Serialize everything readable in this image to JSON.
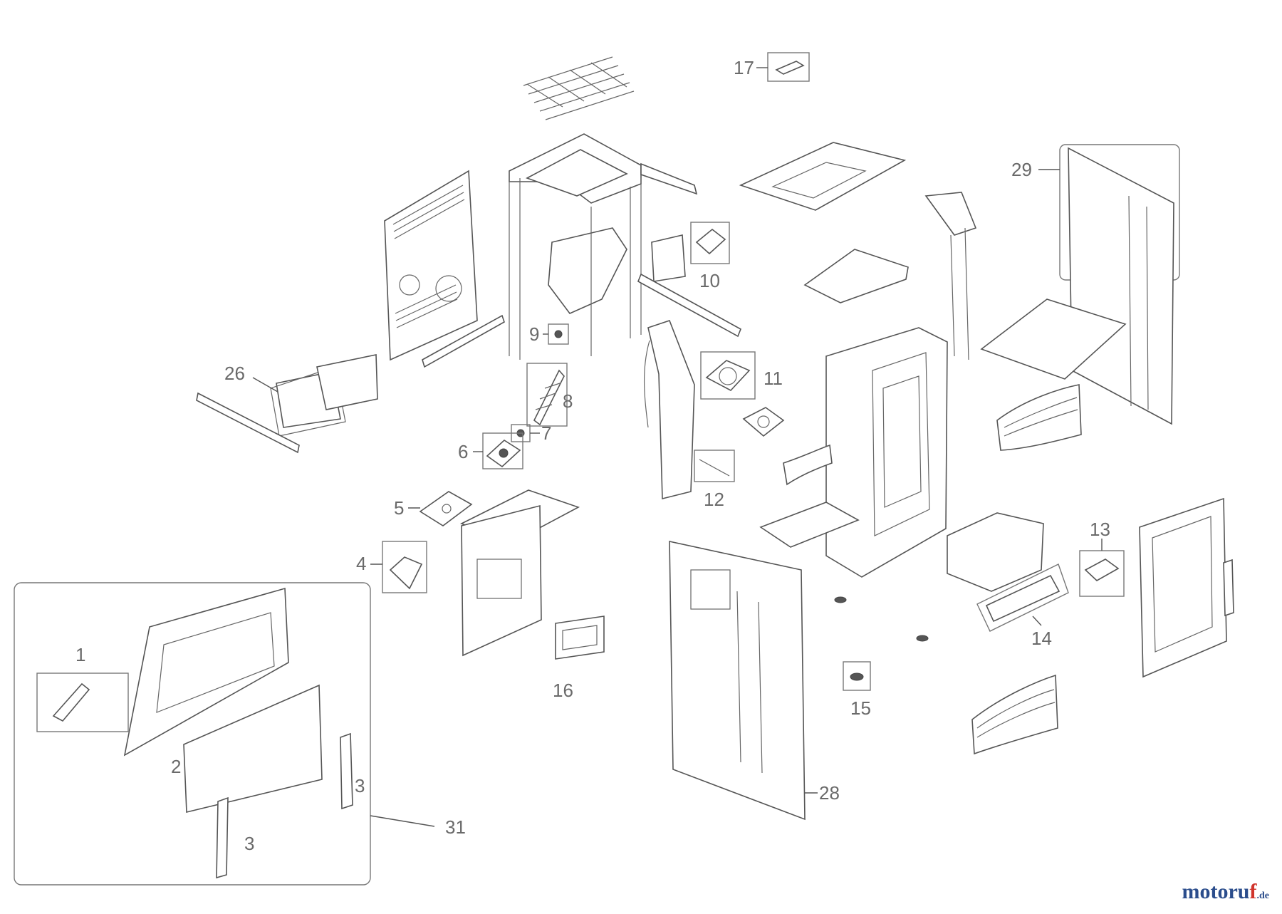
{
  "callouts": {
    "c1": "1",
    "c2": "2",
    "c3a": "3",
    "c3b": "3",
    "c4": "4",
    "c5": "5",
    "c6": "6",
    "c7": "7",
    "c8": "8",
    "c9": "9",
    "c10": "10",
    "c11": "11",
    "c12": "12",
    "c13": "13",
    "c14": "14",
    "c15": "15",
    "c16": "16",
    "c17": "17",
    "c26": "26",
    "c28": "28",
    "c29": "29",
    "c31": "31"
  },
  "brand": {
    "main": "motoru",
    "accent": "f",
    "tld": ".de"
  },
  "colors": {
    "line": "#555555",
    "label": "#6a6a6a",
    "brand_blue": "#2b4d8c",
    "brand_red": "#d0342c"
  }
}
